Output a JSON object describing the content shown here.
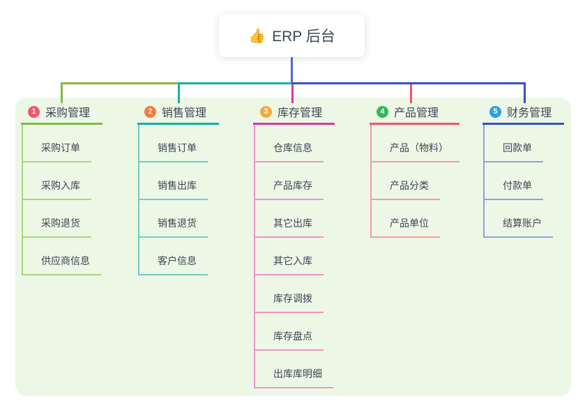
{
  "root": {
    "icon": "thumbs-up",
    "icon_glyph": "👍",
    "label": "ERP 后台"
  },
  "colors": {
    "page_bg": "#ffffff",
    "panel_bg": "#ecf7e6",
    "root_stem": "#5065d2",
    "text": "#3d4754"
  },
  "branches": [
    {
      "num": "1",
      "title": "采购管理",
      "badge_color": "#f1566d",
      "line_color": "#82ba41",
      "child_line_color": "#a9d57f",
      "children": [
        "采购订单",
        "采购入库",
        "采购退货",
        "供应商信息"
      ]
    },
    {
      "num": "2",
      "title": "销售管理",
      "badge_color": "#f5793f",
      "line_color": "#14b2a5",
      "child_line_color": "#6fcec4",
      "children": [
        "销售订单",
        "销售出库",
        "销售退货",
        "客户信息"
      ]
    },
    {
      "num": "3",
      "title": "库存管理",
      "badge_color": "#f6a93b",
      "line_color": "#d8399f",
      "child_line_color": "#ef93c8",
      "children": [
        "仓库信息",
        "产品库存",
        "其它出库",
        "其它入库",
        "库存调拨",
        "库存盘点",
        "出库库明细"
      ]
    },
    {
      "num": "4",
      "title": "产品管理",
      "badge_color": "#35b558",
      "line_color": "#ee5566",
      "child_line_color": "#f79aa6",
      "children": [
        "产品（物料）",
        "产品分类",
        "产品单位"
      ]
    },
    {
      "num": "5",
      "title": "财务管理",
      "badge_color": "#2ba0e8",
      "line_color": "#3053c4",
      "child_line_color": "#8ba3dd",
      "children": [
        "回款单",
        "付款单",
        "结算账户"
      ]
    }
  ]
}
